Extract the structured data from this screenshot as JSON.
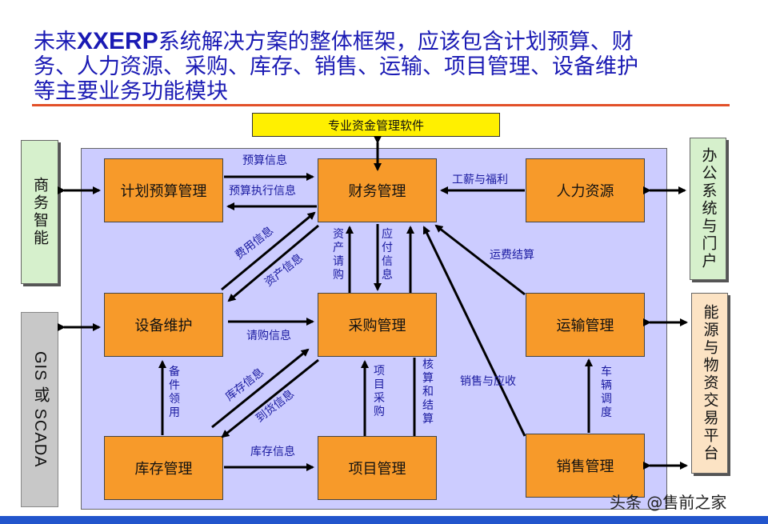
{
  "title": {
    "line1_a": "未来",
    "line1_brand": "XXERP",
    "line1_b": "系统解决方案的整体框架，应该包含计划预算、财",
    "line2": "务、人力资源、采购、库存、销售、运输、项目管理、设备维护",
    "line3": "等主要业务功能模块"
  },
  "top_box": "专业资金管理软件",
  "modules": {
    "plan": "计划预算管理",
    "finance": "财务管理",
    "hr": "人力资源",
    "equipment": "设备维护",
    "purchase": "采购管理",
    "transport": "运输管理",
    "inventory": "库存管理",
    "project": "项目管理",
    "sales": "销售管理"
  },
  "side_boxes": {
    "bi": "商务智能",
    "gis": "GIS 或 SCADA",
    "office": "办公系统与门户",
    "energy": "能源与物资交易平台"
  },
  "flow_labels": {
    "budget_info": "预算信息",
    "budget_exec": "预算执行信息",
    "salary": "工薪与福利",
    "expense_info": "费用信息",
    "asset_info": "资产信息",
    "asset_purchase": "资产请购",
    "payable": "应付信息",
    "freight": "运费结算",
    "requisition": "请购信息",
    "spare_parts": "备件领用",
    "stock_info_a": "库存信息",
    "arrival_info": "到货信息",
    "project_purchase": "项目采购",
    "accounting": "核算和结算",
    "sales_receivable": "销售与应收",
    "vehicle": "车辆调度",
    "stock_info_b": "库存信息"
  },
  "watermark": "头条 @售前之家",
  "colors": {
    "module": "#f79a2a",
    "panel": "#ccccff",
    "top_box": "#fff000",
    "title": "#1a1ab4",
    "label": "#1a1aa0",
    "side_green": "#d6f0cc",
    "side_gray": "#c8c8c8",
    "side_peach": "#fce3c4",
    "rule": "#e25028",
    "bottom_bar": "#2255cc"
  }
}
